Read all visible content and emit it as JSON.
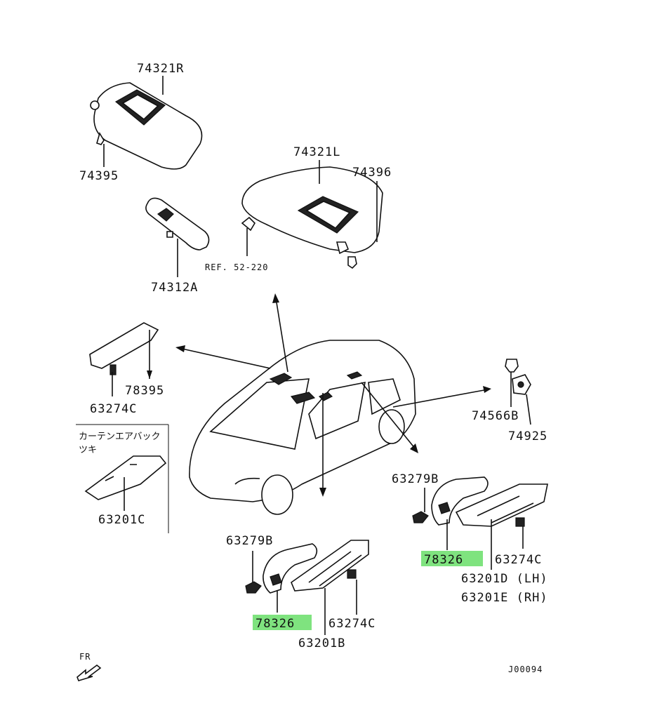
{
  "labels": {
    "p74321R": "74321R",
    "p74395": "74395",
    "p74321L": "74321L",
    "p74396": "74396",
    "p74312A": "74312A",
    "ref": "REF. 52-220",
    "p78395": "78395",
    "p63274C_a": "63274C",
    "jp_line1": "カーテンエアバック",
    "jp_line2": "ツキ",
    "p63201C": "63201C",
    "p74566B": "74566B",
    "p74925": "74925",
    "p63279B_a": "63279B",
    "p78326_a": "78326",
    "p63274C_b": "63274C",
    "p63201D": "63201D (LH)",
    "p63201E": "63201E (RH)",
    "p63279B_b": "63279B",
    "p78326_b": "78326",
    "p63274C_c": "63274C",
    "p63201B": "63201B",
    "fr": "FR",
    "code": "J00094"
  },
  "colors": {
    "highlight": "#7fe37f",
    "ink": "#111111"
  }
}
